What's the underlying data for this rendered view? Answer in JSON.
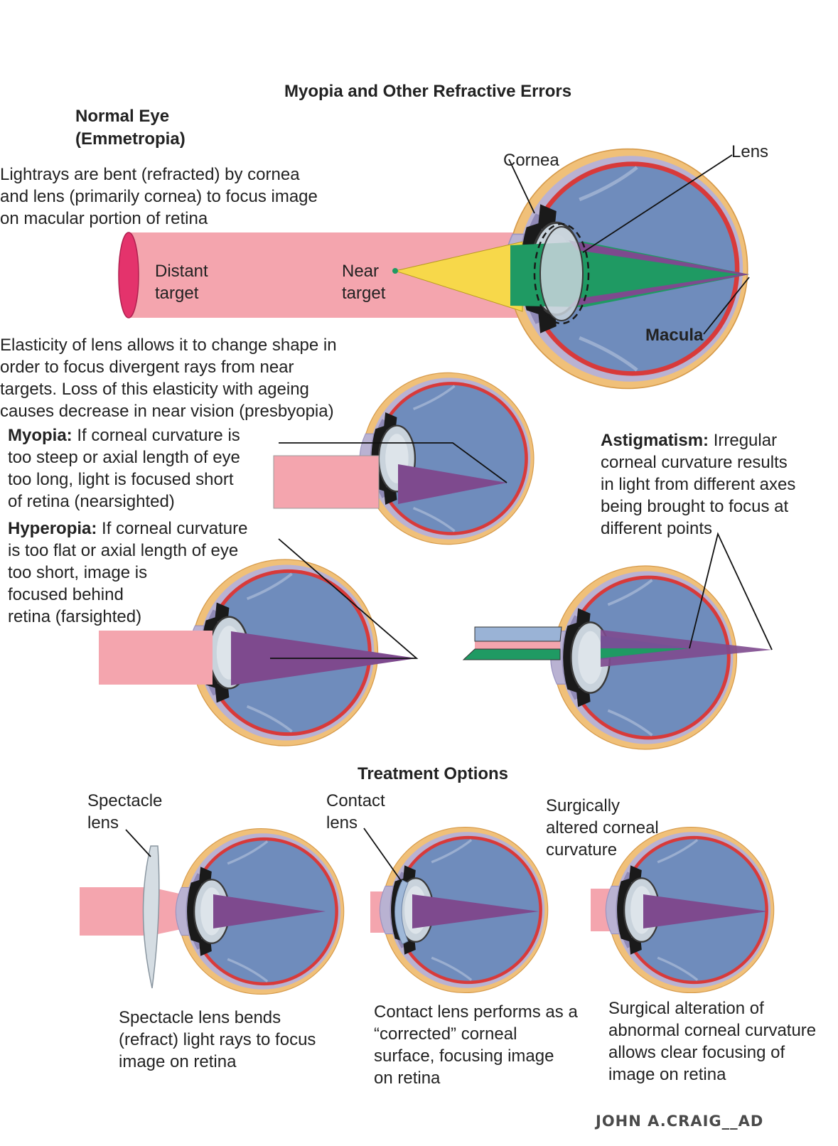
{
  "title": "Myopia and Other Refractive Errors",
  "normal_eye": {
    "heading_line1": "Normal Eye",
    "heading_line2": "(Emmetropia)",
    "desc": [
      "Lightrays are bent (refracted) by cornea",
      "and lens (primarily cornea) to focus image",
      "on macular portion of retina"
    ],
    "label_cornea": "Cornea",
    "label_lens": "Lens",
    "label_macula": "Macula",
    "distant_target": [
      "Distant",
      "target"
    ],
    "near_target": [
      "Near",
      "target"
    ]
  },
  "elasticity_note": [
    "Elasticity of lens allows it to change shape in",
    "order to focus divergent rays from near",
    "targets. Loss of this elasticity with ageing",
    "causes decrease in near vision (presbyopia)"
  ],
  "myopia": {
    "term": "Myopia:",
    "line1_rest": " If corneal curvature is",
    "lines": [
      "too steep or axial length of eye",
      "too long, light is focused short",
      "of retina (nearsighted)"
    ]
  },
  "hyperopia": {
    "term": "Hyperopia:",
    "line1_rest": " If corneal curvature",
    "lines": [
      "is too flat or axial length of eye",
      "too short, image is",
      "focused behind",
      "retina (farsighted)"
    ]
  },
  "astigmatism": {
    "term": "Astigmatism:",
    "line1_rest": " Irregular",
    "lines": [
      "corneal curvature results",
      "in light from different axes",
      "being brought to focus at",
      "different points"
    ]
  },
  "treatment": {
    "heading": "Treatment Options",
    "spectacle_label": [
      "Spectacle",
      "lens"
    ],
    "contact_label": [
      "Contact",
      "lens"
    ],
    "surgical_label": [
      "Surgically",
      "altered corneal",
      "curvature"
    ],
    "spectacle_caption": [
      "Spectacle lens bends",
      "(refract) light rays to focus",
      "image on retina"
    ],
    "contact_caption": [
      "Contact lens performs as a",
      "“corrected” corneal",
      "surface, focusing image",
      "on retina"
    ],
    "surgical_caption": [
      "Surgical alteration of",
      "abnormal corneal curvature",
      "allows clear focusing of",
      "image on retina"
    ]
  },
  "signature": "JOHN A.CRAIG__AD",
  "colors": {
    "vitreous": "#6f8cbc",
    "retina": "#d83a3a",
    "sclera": "#f0c079",
    "light_beam": "#f4a5ae",
    "focus_ray": "#7e4a8e",
    "near_cone": "#f7d84a",
    "green_cone": "#1f9a63",
    "lens": "#c9d3dc",
    "iris": "#1a1a1a"
  }
}
